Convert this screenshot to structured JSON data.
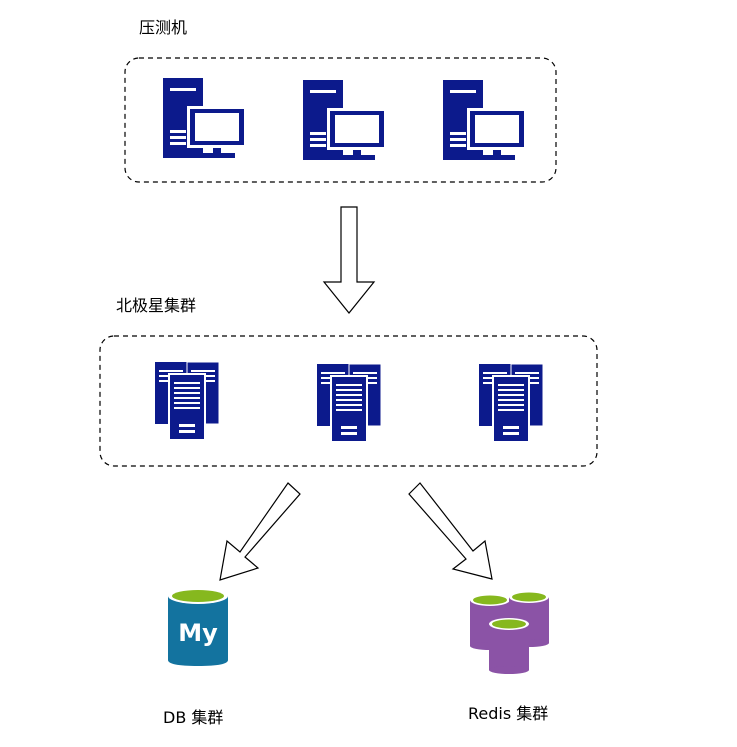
{
  "groups": {
    "load_testers": {
      "label": "压测机",
      "count": 3
    },
    "beijixing_cluster": {
      "label": "北极星集群",
      "count": 3
    }
  },
  "targets": {
    "db": {
      "label": "DB 集群",
      "logo_text": "My"
    },
    "redis": {
      "label": "Redis 集群"
    }
  },
  "colors": {
    "machine": "#0c1a8c",
    "mysql_body": "#13739f",
    "mysql_top": "#86b81e",
    "redis_body": "#8b53a6",
    "redis_top": "#86b81e"
  },
  "icons": [
    "desktop-computer-icon",
    "server-rack-icon",
    "mysql-database-icon",
    "redis-cluster-icon",
    "arrow-down-icon"
  ]
}
